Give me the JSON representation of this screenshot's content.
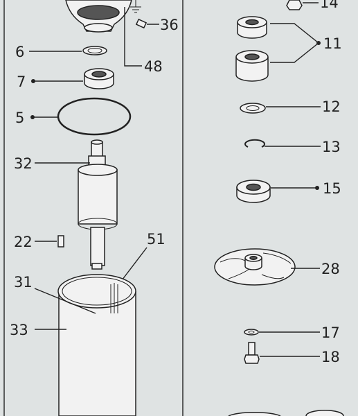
{
  "diagram": {
    "callouts": {
      "p14": "14",
      "p36": "36",
      "p11": "11",
      "p6": "6",
      "p48": "48",
      "p7": "7",
      "p12": "12",
      "p5": "5",
      "p13": "13",
      "p32": "32",
      "p15": "15",
      "p22": "22",
      "p51": "51",
      "p28": "28",
      "p31": "31",
      "p33": "33",
      "p17": "17",
      "p18": "18"
    }
  }
}
